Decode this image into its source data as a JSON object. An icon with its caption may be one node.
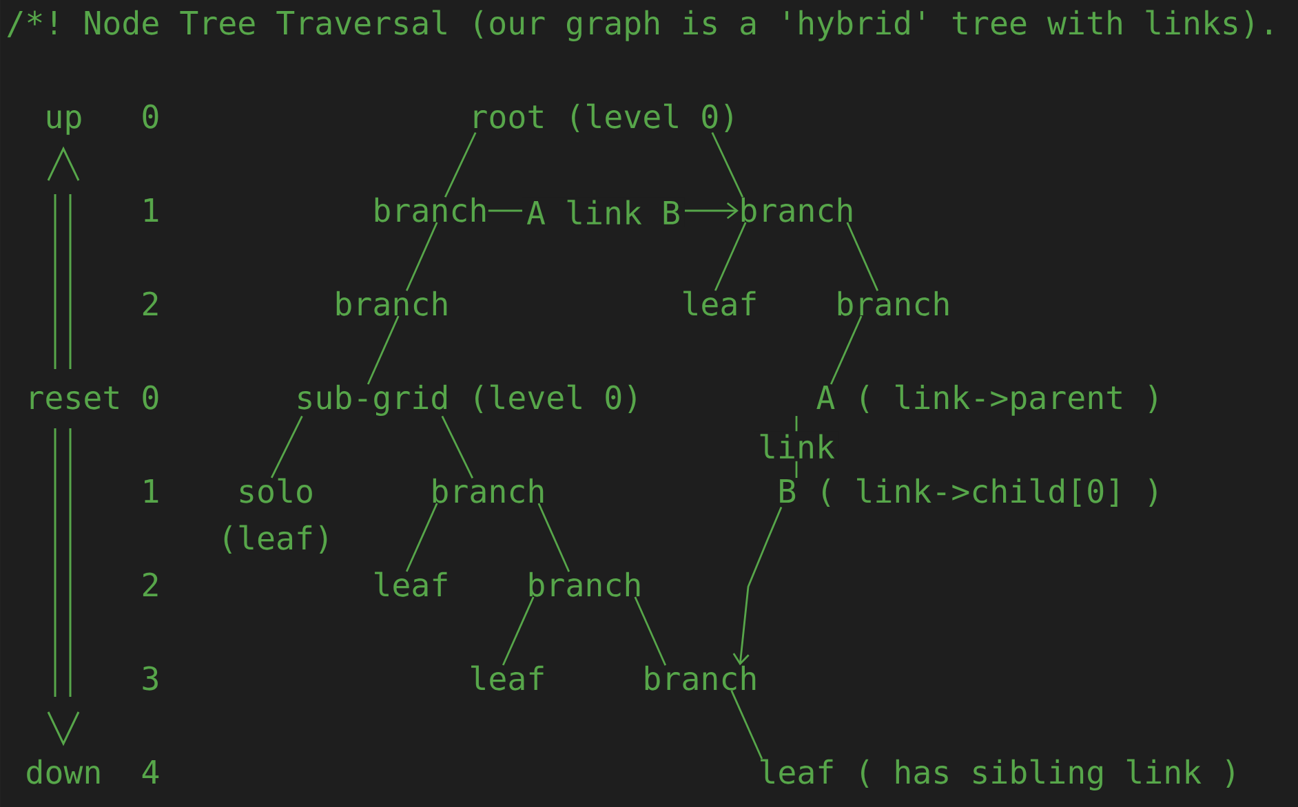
{
  "diagram": {
    "title": "/*! Node Tree Traversal (our graph is a 'hybrid' tree with links).",
    "nodes": [
      {
        "text": [
          "root (level 0)"
        ]
      },
      {
        "text": [
          "branch"
        ]
      },
      {
        "text": [
          "branch"
        ]
      },
      {
        "text": [
          "branch"
        ]
      },
      {
        "text": [
          "leaf"
        ]
      },
      {
        "text": [
          "branch"
        ]
      },
      {
        "text": [
          "sub-grid (level 0)"
        ]
      },
      {
        "text": [
          "A ( link->parent )"
        ]
      },
      {
        "text": [
          "B ( link->child[0] )"
        ]
      },
      {
        "text": [
          "solo",
          "(leaf)"
        ]
      },
      {
        "text": [
          "branch"
        ]
      },
      {
        "text": [
          "leaf"
        ]
      },
      {
        "text": [
          "branch"
        ]
      },
      {
        "text": [
          "leaf"
        ]
      },
      {
        "text": [
          "branch"
        ]
      },
      {
        "text": [
          "leaf ( has sibling link )"
        ]
      }
    ],
    "edges": [
      {
        "from": 0,
        "to": 1,
        "arrow": "none"
      },
      {
        "from": 0,
        "to": 2,
        "arrow": "none"
      },
      {
        "from": 1,
        "to": 2,
        "arrow": "to",
        "label": "A link B"
      },
      {
        "from": 1,
        "to": 3,
        "arrow": "none"
      },
      {
        "from": 2,
        "to": 4,
        "arrow": "none"
      },
      {
        "from": 2,
        "to": 5,
        "arrow": "none"
      },
      {
        "from": 3,
        "to": 6,
        "arrow": "none"
      },
      {
        "from": 5,
        "to": 7,
        "arrow": "none"
      },
      {
        "from": 7,
        "to": 8,
        "arrow": "none",
        "label": "link"
      },
      {
        "from": 6,
        "to": 9,
        "arrow": "none"
      },
      {
        "from": 6,
        "to": 10,
        "arrow": "none"
      },
      {
        "from": 10,
        "to": 11,
        "arrow": "none"
      },
      {
        "from": 10,
        "to": 12,
        "arrow": "none"
      },
      {
        "from": 8,
        "to": 14,
        "arrow": "to"
      },
      {
        "from": 12,
        "to": 13,
        "arrow": "none"
      },
      {
        "from": 12,
        "to": 14,
        "arrow": "none"
      },
      {
        "from": 14,
        "to": 15,
        "arrow": "none"
      }
    ],
    "labels": [
      "up",
      "0",
      "1",
      "2",
      "reset",
      "0",
      "1",
      "2",
      "3",
      "down",
      "4"
    ]
  }
}
